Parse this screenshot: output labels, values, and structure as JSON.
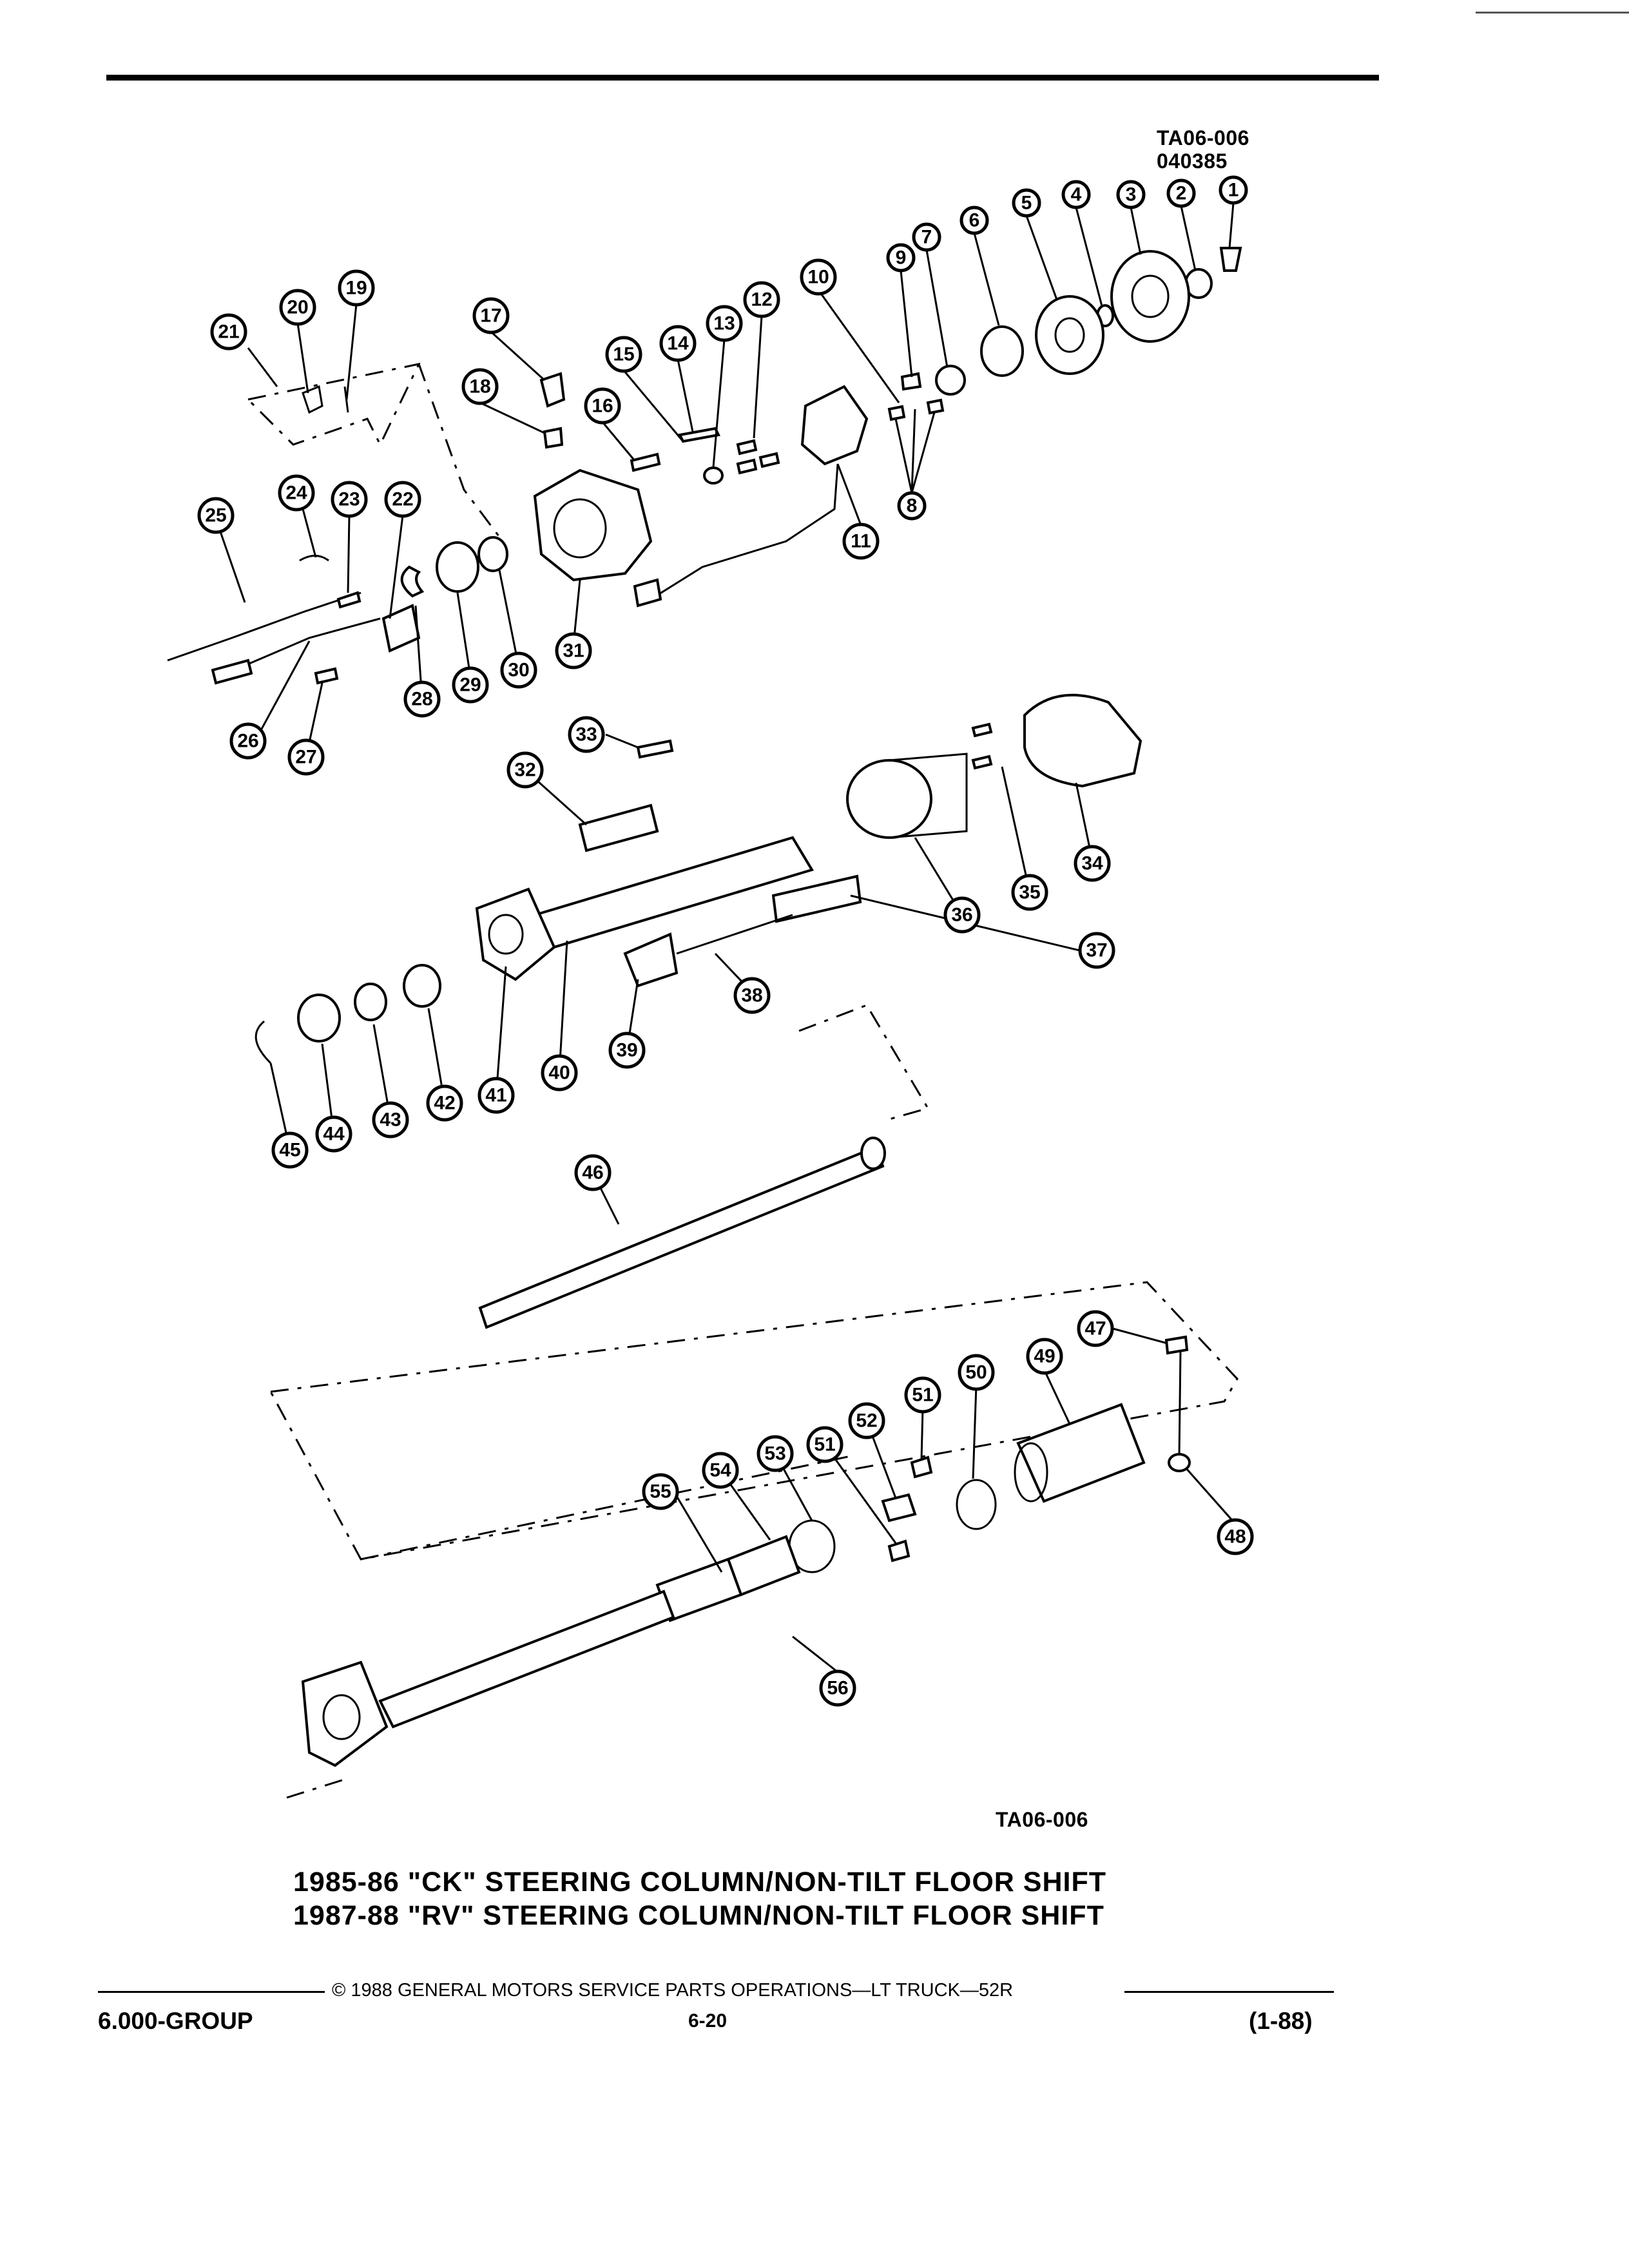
{
  "figure": {
    "code_top_line1": "TA06-006",
    "code_top_line2": "040385",
    "code_bottom": "TA06-006",
    "caption_line1": "1985-86 \"CK\" STEERING COLUMN/NON-TILT FLOOR SHIFT",
    "caption_line2": "1987-88 \"RV\" STEERING COLUMN/NON-TILT FLOOR SHIFT"
  },
  "callouts": [
    "1",
    "2",
    "3",
    "4",
    "5",
    "6",
    "7",
    "8",
    "9",
    "10",
    "11",
    "12",
    "13",
    "14",
    "15",
    "16",
    "17",
    "18",
    "19",
    "20",
    "21",
    "22",
    "23",
    "24",
    "25",
    "26",
    "27",
    "28",
    "29",
    "30",
    "31",
    "32",
    "33",
    "34",
    "35",
    "36",
    "37",
    "38",
    "39",
    "40",
    "41",
    "42",
    "43",
    "44",
    "45",
    "46",
    "47",
    "48",
    "49",
    "50",
    "51",
    "51",
    "52",
    "53",
    "54",
    "55",
    "56"
  ],
  "footer": {
    "copyright": "© 1988 GENERAL MOTORS SERVICE PARTS OPERATIONS—LT TRUCK—52R",
    "group": "6.000-GROUP",
    "page": "6-20",
    "date": "(1-88)"
  }
}
